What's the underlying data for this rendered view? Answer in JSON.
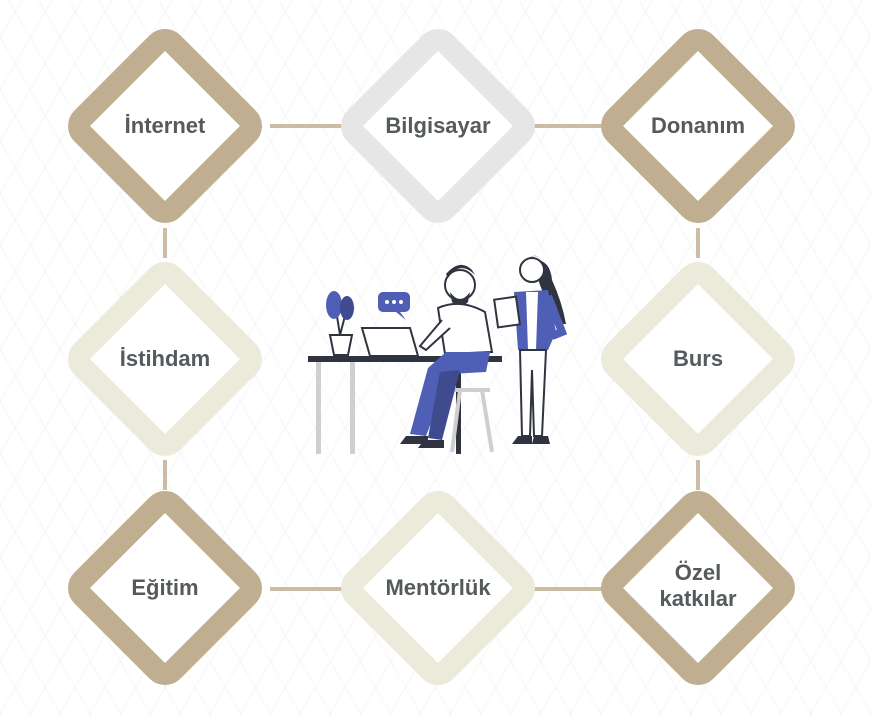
{
  "nodes": [
    {
      "id": "internet",
      "label": "İnternet",
      "tone": "brown"
    },
    {
      "id": "bilgisayar",
      "label": "Bilgisayar",
      "tone": "grey"
    },
    {
      "id": "donanim",
      "label": "Donanım",
      "tone": "brown"
    },
    {
      "id": "istihdam",
      "label": "İstihdam",
      "tone": "cream"
    },
    {
      "id": "burs",
      "label": "Burs",
      "tone": "cream"
    },
    {
      "id": "egitim",
      "label": "Eğitim",
      "tone": "brown"
    },
    {
      "id": "mentorluk",
      "label": "Mentörlük",
      "tone": "cream"
    },
    {
      "id": "ozel",
      "label": "Özel katkılar",
      "label_lines": [
        "Özel",
        "katkılar"
      ],
      "tone": "brown"
    }
  ],
  "colors": {
    "brown": "#bfae90",
    "grey": "#e6e6e6",
    "cream": "#ebeadb",
    "connector": "#cbbca3",
    "text": "#555a5d",
    "figure_blue": "#4f5fb5",
    "figure_dark": "#2f3440"
  },
  "illustration": {
    "icon": "people-working-at-desk-icon"
  }
}
